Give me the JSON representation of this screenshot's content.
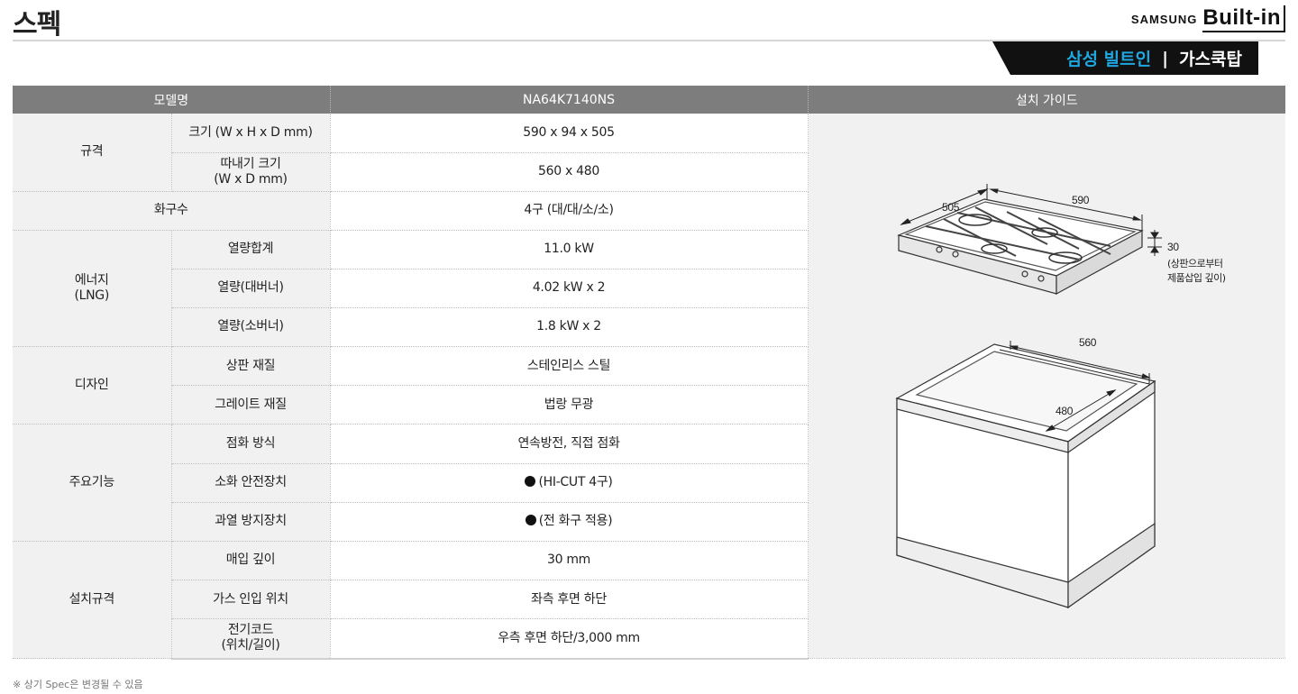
{
  "header": {
    "title": "스펙",
    "brand_samsung": "SAMSUNG",
    "brand_builtin": "Built-in",
    "category_brand": "삼성 빌트인",
    "category_separator": "|",
    "category_name": "가스쿡탑"
  },
  "table": {
    "headers": {
      "model_label": "모델명",
      "model_value": "NA64K7140NS",
      "guide": "설치 가이드"
    },
    "groups": {
      "size": "규격",
      "energy_line1": "에너지",
      "energy_line2": "(LNG)",
      "design": "디자인",
      "features": "주요기능",
      "install": "설치규격"
    },
    "rows": {
      "size_label": "크기 (W x H x D mm)",
      "size_value": "590 x 94 x 505",
      "cutout_label_1": "따내기 크기",
      "cutout_label_2": "(W x D mm)",
      "cutout_value": "560 x 480",
      "burners_label": "화구수",
      "burners_value": "4구 (대/대/소/소)",
      "heat_total_label": "열량합계",
      "heat_total_value": "11.0 kW",
      "heat_large_label": "열량(대버너)",
      "heat_large_value": "4.02 kW x 2",
      "heat_small_label": "열량(소버너)",
      "heat_small_value": "1.8 kW x 2",
      "top_material_label": "상판 재질",
      "top_material_value": "스테인리스 스틸",
      "grate_material_label": "그레이트 재질",
      "grate_material_value": "법랑 무광",
      "ignition_label": "점화 방식",
      "ignition_value": "연속방전, 직접 점화",
      "flame_safety_label": "소화 안전장치",
      "flame_safety_value": "(HI-CUT 4구)",
      "overheat_label": "과열 방지장치",
      "overheat_value": "(전 화구 적용)",
      "inset_depth_label": "매입 깊이",
      "inset_depth_value": "30 mm",
      "gas_inlet_label": "가스 인입 위치",
      "gas_inlet_value": "좌측 후면 하단",
      "cord_label_1": "전기코드",
      "cord_label_2": "(위치/길이)",
      "cord_value": "우측 후면 하단/3,000 mm"
    }
  },
  "guide": {
    "dim_depth": "505",
    "dim_width": "590",
    "dim_inset": "30",
    "dim_inset_note_1": "(상판으로부터",
    "dim_inset_note_2": "제품삽입 깊이)",
    "cutout_width": "560",
    "cutout_depth": "480"
  },
  "footnote": "※ 상기 Spec은 변경될 수 있음"
}
